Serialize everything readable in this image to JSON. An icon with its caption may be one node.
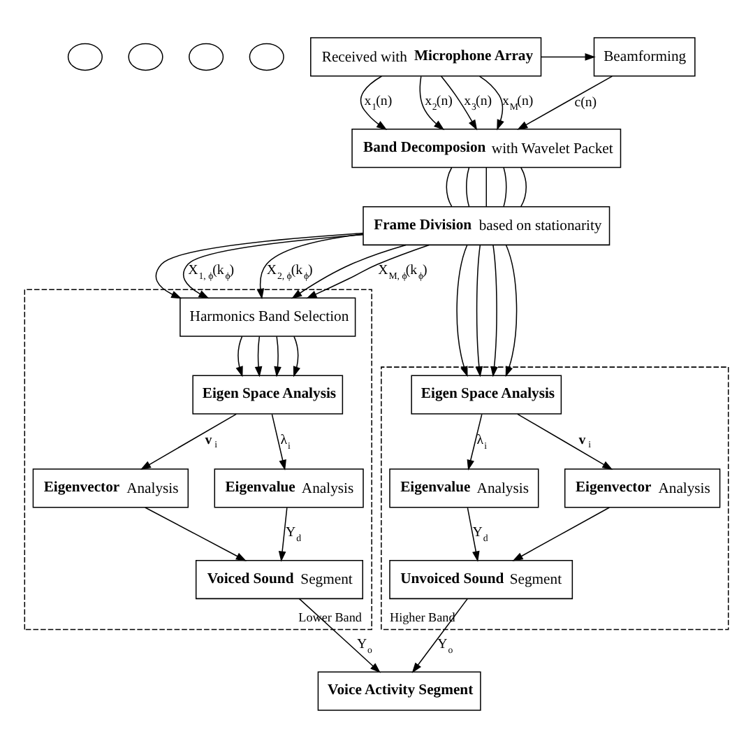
{
  "diagram": {
    "nodes": [
      {
        "text": [],
        "shape": "circle"
      },
      {
        "text": [],
        "shape": "circle"
      },
      {
        "text": [],
        "shape": "circle"
      },
      {
        "text": [],
        "shape": "circle"
      },
      {
        "text": [
          "Received with **Microphone Array**"
        ]
      },
      {
        "text": [
          "Beamforming"
        ]
      },
      {
        "text": [
          "**Band Decomposion** with Wavelet Packet"
        ]
      },
      {
        "text": [
          "**Frame Division** based on stationarity"
        ]
      },
      {
        "text": [
          "Lower Band"
        ]
      },
      {
        "text": [
          "Harmonics Band Selection"
        ],
        "in": 8
      },
      {
        "text": [
          "Higher Band"
        ]
      },
      {
        "text": [
          "**Eigen Space Analysis**"
        ],
        "in": 10
      },
      {
        "text": [
          "**Eigen Space Analysis**"
        ],
        "in": 8
      },
      {
        "text": [
          "**Eigenvalue** Analysis"
        ],
        "in": 10
      },
      {
        "text": [
          "**Eigenvector** Analysis"
        ],
        "in": 10
      },
      {
        "text": [
          "**Eigenvector** Analysis"
        ],
        "in": 8
      },
      {
        "text": [
          "**Eigenvalue** Analysis"
        ],
        "in": 8
      },
      {
        "text": [
          "**Unvoiced Sound** Segment"
        ],
        "in": 10
      },
      {
        "text": [
          "**Voiced Sound** Segment"
        ],
        "in": 8
      },
      {
        "text": [
          "**Voice Activity Segment**"
        ]
      }
    ],
    "edges": [
      {
        "from": 4,
        "to": 5,
        "arrow": "to"
      },
      {
        "from": 5,
        "to": 6,
        "arrow": "to",
        "label": "c(n)"
      },
      {
        "from": 4,
        "to": 6,
        "arrow": "to",
        "label": "x$_{1}$(n)"
      },
      {
        "from": 4,
        "to": 6,
        "arrow": "to",
        "label": "x$_{2}$(n)"
      },
      {
        "from": 4,
        "to": 6,
        "arrow": "to",
        "label": "x$_{3}$(n)"
      },
      {
        "from": 4,
        "to": 6,
        "arrow": "to",
        "label": "x$_{M}$(n)"
      },
      {
        "from": 6,
        "to": 7,
        "arrow": "none"
      },
      {
        "from": 6,
        "to": 7,
        "arrow": "none"
      },
      {
        "from": 6,
        "to": 7,
        "arrow": "none"
      },
      {
        "from": 6,
        "to": 7,
        "arrow": "none"
      },
      {
        "from": 6,
        "to": 7,
        "arrow": "none"
      },
      {
        "from": 7,
        "to": 11,
        "arrow": "to"
      },
      {
        "from": 7,
        "to": 11,
        "arrow": "to"
      },
      {
        "from": 7,
        "to": 11,
        "arrow": "to"
      },
      {
        "from": 7,
        "to": 11,
        "arrow": "to"
      },
      {
        "from": 7,
        "to": 9,
        "arrow": "to"
      },
      {
        "from": 7,
        "to": 9,
        "arrow": "to",
        "label": "X$_{1, ϕ}$(k$_{ϕ}$)"
      },
      {
        "from": 7,
        "to": 9,
        "arrow": "to",
        "label": "X$_{2, ϕ}$(k$_{ϕ}$)"
      },
      {
        "from": 7,
        "to": 9,
        "arrow": "to"
      },
      {
        "from": 7,
        "to": 9,
        "arrow": "to",
        "label": "X$_{M, ϕ}$(k$_{ϕ}$)"
      },
      {
        "from": 9,
        "to": 12,
        "arrow": "to"
      },
      {
        "from": 9,
        "to": 12,
        "arrow": "to"
      },
      {
        "from": 9,
        "to": 12,
        "arrow": "to"
      },
      {
        "from": 9,
        "to": 12,
        "arrow": "to"
      },
      {
        "from": 11,
        "to": 13,
        "arrow": "to",
        "label": "λ$_{i}$"
      },
      {
        "from": 11,
        "to": 14,
        "arrow": "to",
        "label": "**v**$_{i}$"
      },
      {
        "from": 12,
        "to": 15,
        "arrow": "to",
        "label": "**v**$_{i}$"
      },
      {
        "from": 12,
        "to": 16,
        "arrow": "to",
        "label": "λ$_{i}$"
      },
      {
        "from": 13,
        "to": 17,
        "arrow": "to",
        "label": "Y$_{d}$"
      },
      {
        "from": 14,
        "to": 17,
        "arrow": "to"
      },
      {
        "from": 15,
        "to": 18,
        "arrow": "to"
      },
      {
        "from": 16,
        "to": 18,
        "arrow": "to",
        "label": "Y$_{d}$"
      },
      {
        "from": 17,
        "to": 19,
        "arrow": "to",
        "label": "Y$_{o}$"
      },
      {
        "from": 18,
        "to": 19,
        "arrow": "to",
        "label": "Y$_{o}$"
      }
    ]
  }
}
